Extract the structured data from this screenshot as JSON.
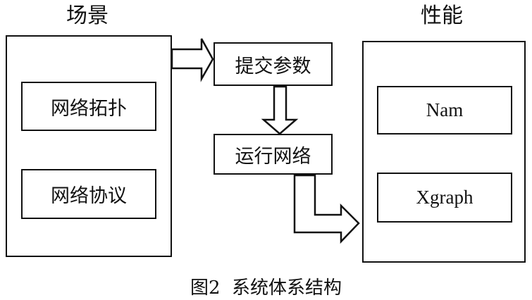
{
  "scene": {
    "title": "场景",
    "items": [
      "网络拓扑",
      "网络协议"
    ]
  },
  "process": {
    "submit": "提交参数",
    "run": "运行网络"
  },
  "performance": {
    "title": "性能",
    "items": [
      "Nam",
      "Xgraph"
    ]
  },
  "caption": "图2  系统体系结构"
}
